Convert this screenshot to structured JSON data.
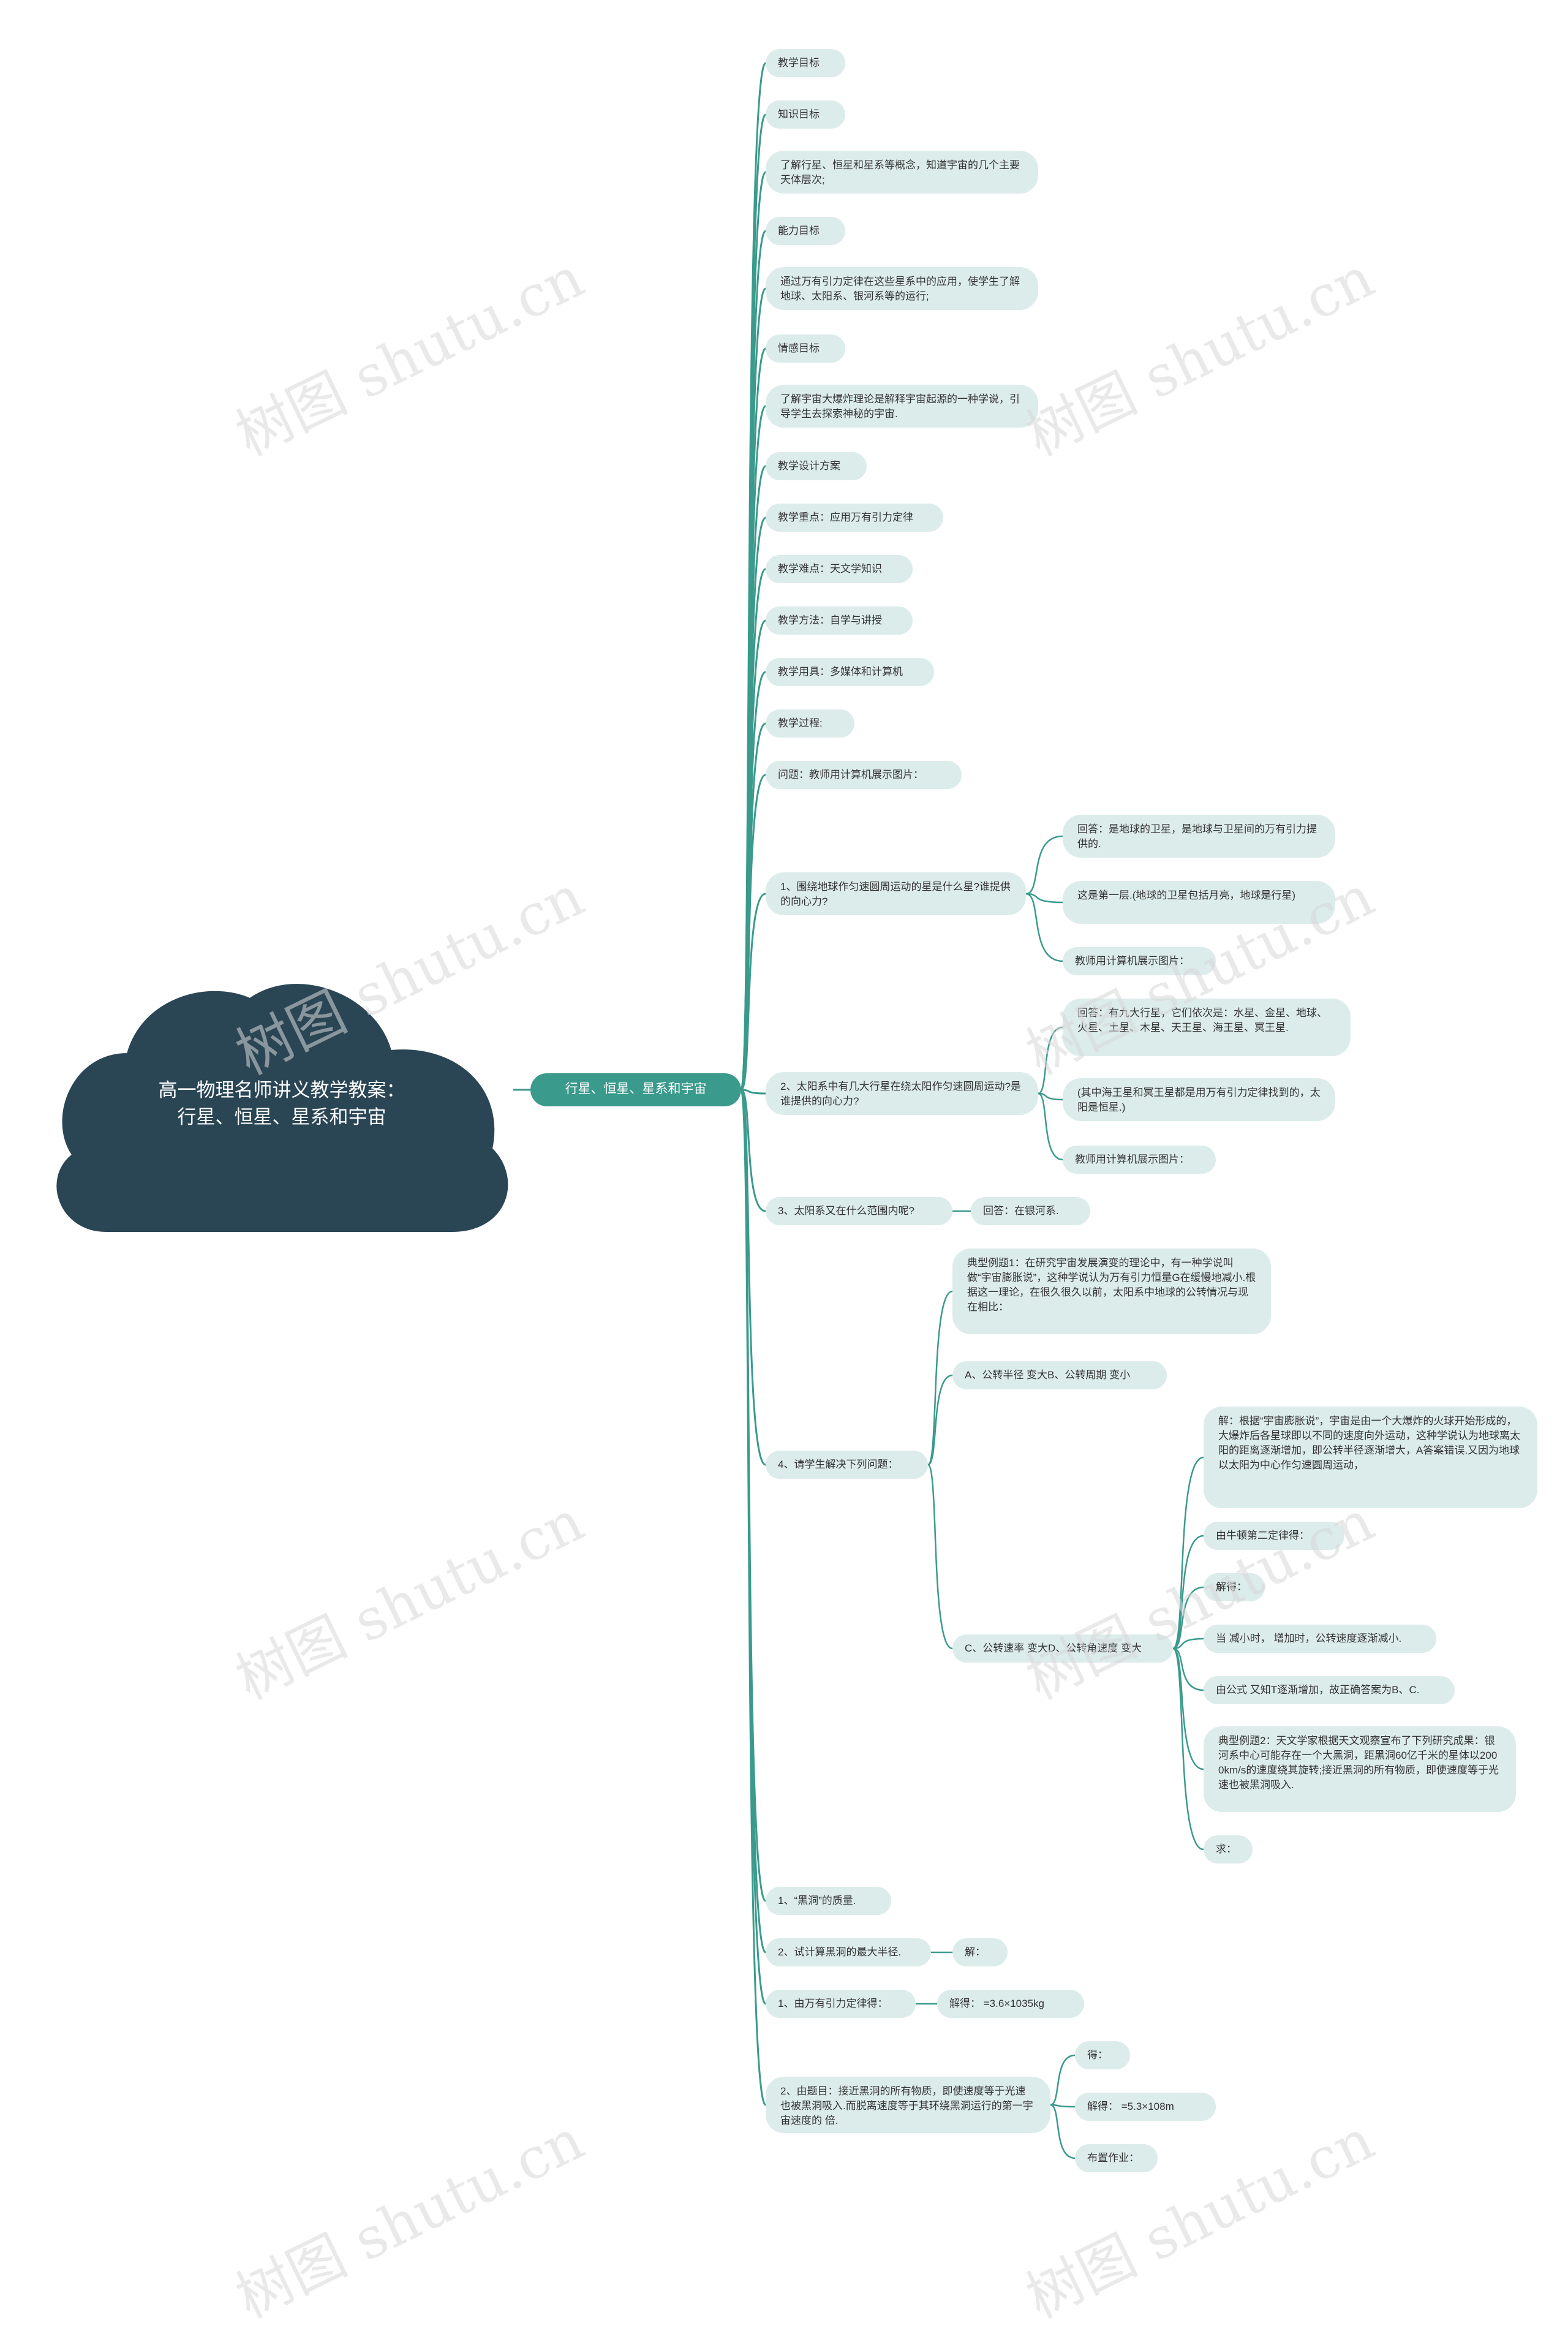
{
  "root": {
    "label": "高一物理名师讲义教学教案：行星、恒星、星系和宇宙"
  },
  "branch": {
    "label": "行星、恒星、星系和宇宙"
  },
  "watermark": "树图 shutu.cn",
  "colors": {
    "root": "#2a4655",
    "branch": "#3a9a8c",
    "node": "#dcecea",
    "edge": "#3a9a8c"
  },
  "nodes": {
    "n1": "教学目标",
    "n2": "知识目标",
    "n3": "了解行星、恒星和星系等概念，知道宇宙的几个主要天体层次;",
    "n4": "能力目标",
    "n5": "通过万有引力定律在这些星系中的应用，使学生了解地球、太阳系、银河系等的运行;",
    "n6": "情感目标",
    "n7": "了解宇宙大爆炸理论是解释宇宙起源的一种学说，引导学生去探索神秘的宇宙.",
    "n8": "教学设计方案",
    "n9": "教学重点：应用万有引力定律",
    "n10": "教学难点：天文学知识",
    "n11": "教学方法：自学与讲授",
    "n12": "教学用具：多媒体和计算机",
    "n13": "教学过程:",
    "n14": "问题：教师用计算机展示图片：",
    "q1": "1、围绕地球作匀速圆周运动的星是什么星?谁提供的向心力?",
    "q1a": "回答：是地球的卫星，是地球与卫星间的万有引力提供的.",
    "q1b": "这是第一层.(地球的卫星包括月亮，地球是行星)",
    "q1c": "教师用计算机展示图片：",
    "q2": "2、太阳系中有几大行星在绕太阳作匀速圆周运动?是谁提供的向心力?",
    "q2a": "回答：有九大行星，它们依次是：水星、金星、地球、火星、土星、木星、天王星、海王星、冥王星.",
    "q2b": "(其中海王星和冥王星都是用万有引力定律找到的，太阳是恒星.)",
    "q2c": "教师用计算机展示图片：",
    "q3": "3、太阳系又在什么范围内呢?",
    "q3a": "回答：在银河系.",
    "q4": "4、请学生解决下列问题：",
    "e1": "典型例题1：在研究宇宙发展演变的理论中，有一种学说叫做“宇宙膨胀说”，这种学说认为万有引力恒量G在缓慢地减小.根据这一理论，在很久很久以前，太阳系中地球的公转情况与现在相比：",
    "eA": "A、公转半径 变大B、公转周期 变小",
    "eC": "C、公转速率 变大D、公转角速度 变大",
    "s1": "解：根据“宇宙膨胀说”，宇宙是由一个大爆炸的火球开始形成的，大爆炸后各星球即以不同的速度向外运动，这种学说认为地球离太阳的距离逐渐增加，即公转半径逐渐增大，A答案错误.又因为地球以太阳为中心作匀速圆周运动，",
    "s2": "由牛顿第二定律得：",
    "s3": "解得：",
    "s4": "当 减小时，  增加时，公转速度逐渐减小.",
    "s5": "由公式 又知T逐渐增加，故正确答案为B、C.",
    "s6": "典型例题2：天文学家根据天文观察宣布了下列研究成果：银河系中心可能存在一个大黑洞，距黑洞60亿千米的星体以2000km/s的速度绕其旋转;接近黑洞的所有物质，即使速度等于光速也被黑洞吸入.",
    "s7": "求：",
    "b1": "1、“黑洞”的质量.",
    "b2": "2、试计算黑洞的最大半径.",
    "b2a": "解：",
    "b3": "1、由万有引力定律得：",
    "b3a": "解得：  =3.6×1035kg",
    "b4": "2、由题目：接近黑洞的所有物质，即使速度等于光速也被黑洞吸入.而脱离速度等于其环绕黑洞运行的第一宇宙速度的 倍.",
    "b4a": "得：",
    "b4b": "解得：  =5.3×108m",
    "b4c": "布置作业："
  }
}
